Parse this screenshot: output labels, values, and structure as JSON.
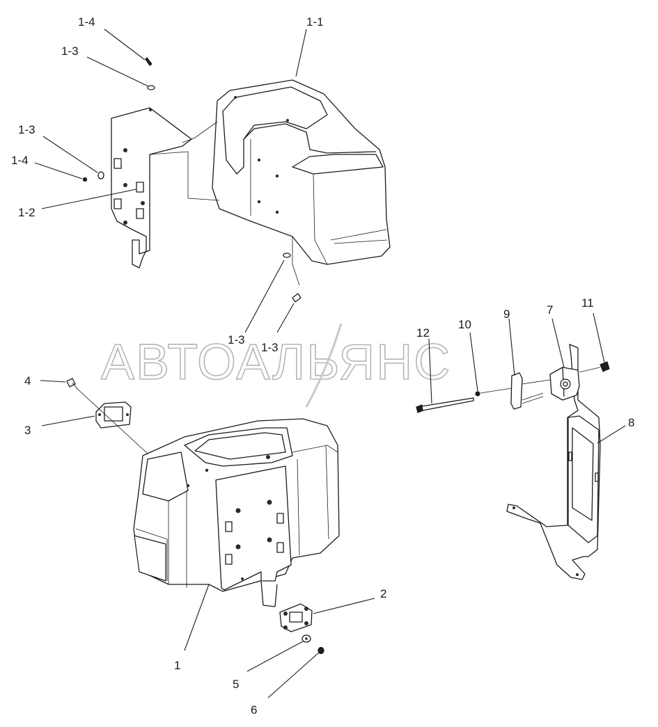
{
  "watermark": "АВТОАЛЬЯНС",
  "callouts": {
    "c_1_4_top": "1-4",
    "c_1_3_top": "1-3",
    "c_1_1": "1-1",
    "c_1_3_left": "1-3",
    "c_1_4_left": "1-4",
    "c_1_2": "1-2",
    "c_1_3_mid_a": "1-3",
    "c_1_3_mid_b": "1-3",
    "c_4": "4",
    "c_3": "3",
    "c_1": "1",
    "c_2": "2",
    "c_5": "5",
    "c_6": "6",
    "c_12": "12",
    "c_10": "10",
    "c_9": "9",
    "c_7": "7",
    "c_11": "11",
    "c_8": "8"
  }
}
